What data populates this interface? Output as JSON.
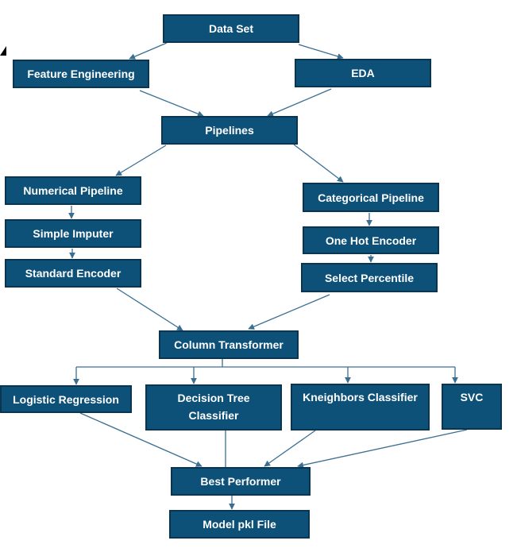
{
  "colors": {
    "box_fill": "#0d5078",
    "box_border": "#0a3550",
    "arrow": "#3a6f92",
    "text": "#ffffff"
  },
  "nodes": {
    "data_set": "Data Set",
    "feature_engineering": "Feature Engineering",
    "eda": "EDA",
    "pipelines": "Pipelines",
    "numerical_pipeline": "Numerical Pipeline",
    "simple_imputer": "Simple Imputer",
    "standard_encoder": "Standard Encoder",
    "categorical_pipeline": "Categorical Pipeline",
    "one_hot_encoder": "One Hot Encoder",
    "select_percentile": "Select Percentile",
    "column_transformer": "Column Transformer",
    "logistic_regression": "Logistic Regression",
    "decision_tree_classifier": "Decision Tree Classifier",
    "kneighbors_classifier": "Kneighbors Classifier",
    "svc": "SVC",
    "best_performer": "Best Performer",
    "model_pkl_file": "Model pkl File"
  },
  "edges": [
    [
      "data_set",
      "feature_engineering"
    ],
    [
      "data_set",
      "eda"
    ],
    [
      "feature_engineering",
      "pipelines"
    ],
    [
      "eda",
      "pipelines"
    ],
    [
      "pipelines",
      "numerical_pipeline"
    ],
    [
      "pipelines",
      "categorical_pipeline"
    ],
    [
      "numerical_pipeline",
      "simple_imputer"
    ],
    [
      "simple_imputer",
      "standard_encoder"
    ],
    [
      "categorical_pipeline",
      "one_hot_encoder"
    ],
    [
      "one_hot_encoder",
      "select_percentile"
    ],
    [
      "standard_encoder",
      "column_transformer"
    ],
    [
      "select_percentile",
      "column_transformer"
    ],
    [
      "column_transformer",
      "logistic_regression"
    ],
    [
      "column_transformer",
      "decision_tree_classifier"
    ],
    [
      "column_transformer",
      "kneighbors_classifier"
    ],
    [
      "column_transformer",
      "svc"
    ],
    [
      "logistic_regression",
      "best_performer"
    ],
    [
      "decision_tree_classifier",
      "best_performer"
    ],
    [
      "kneighbors_classifier",
      "best_performer"
    ],
    [
      "svc",
      "best_performer"
    ],
    [
      "best_performer",
      "model_pkl_file"
    ]
  ]
}
